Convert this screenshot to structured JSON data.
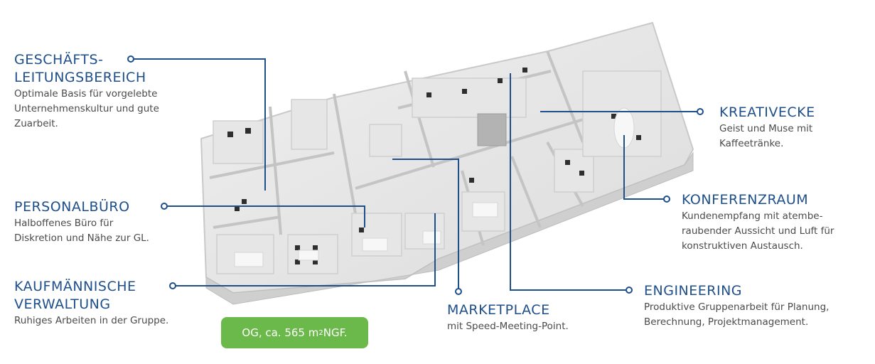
{
  "labels": {
    "gl": {
      "title": [
        "GESCHÄFTS-",
        "LEITUNGSBEREICH"
      ],
      "desc": [
        "Optimale Basis für vorgelebte",
        "Unternehmenskultur und gute",
        "Zuarbeit."
      ]
    },
    "personal": {
      "title": [
        "PERSONALBÜRO"
      ],
      "desc": [
        "Halboffenes Büro für",
        "Diskretion und Nähe zur GL."
      ]
    },
    "kaufm": {
      "title": [
        "KAUFMÄNNISCHE",
        "VERWALTUNG"
      ],
      "desc": [
        "Ruhiges Arbeiten in der Gruppe."
      ]
    },
    "market": {
      "title": [
        "MARKETPLACE"
      ],
      "desc": [
        "mit Speed-Meeting-Point."
      ]
    },
    "kreativ": {
      "title": [
        "KREATIVECKE"
      ],
      "desc": [
        "Geist und Muse mit",
        "Kaffeetränke."
      ]
    },
    "konferenz": {
      "title": [
        "KONFERENZRAUM"
      ],
      "desc": [
        "Kundenempfang mit atembe-",
        "raubender Aussicht und Luft für",
        "konstruktiven Austausch."
      ]
    },
    "engineering": {
      "title": [
        "ENGINEERING"
      ],
      "desc": [
        "Produktive Gruppenarbeit für Planung,",
        "Berechnung, Projektmanagement."
      ]
    }
  },
  "badge": {
    "prefix": "OG, ca. 565 m",
    "sup": "2",
    "suffix": " NGF."
  },
  "colors": {
    "line": "#1e4f8a",
    "badge": "#6cb94b"
  }
}
